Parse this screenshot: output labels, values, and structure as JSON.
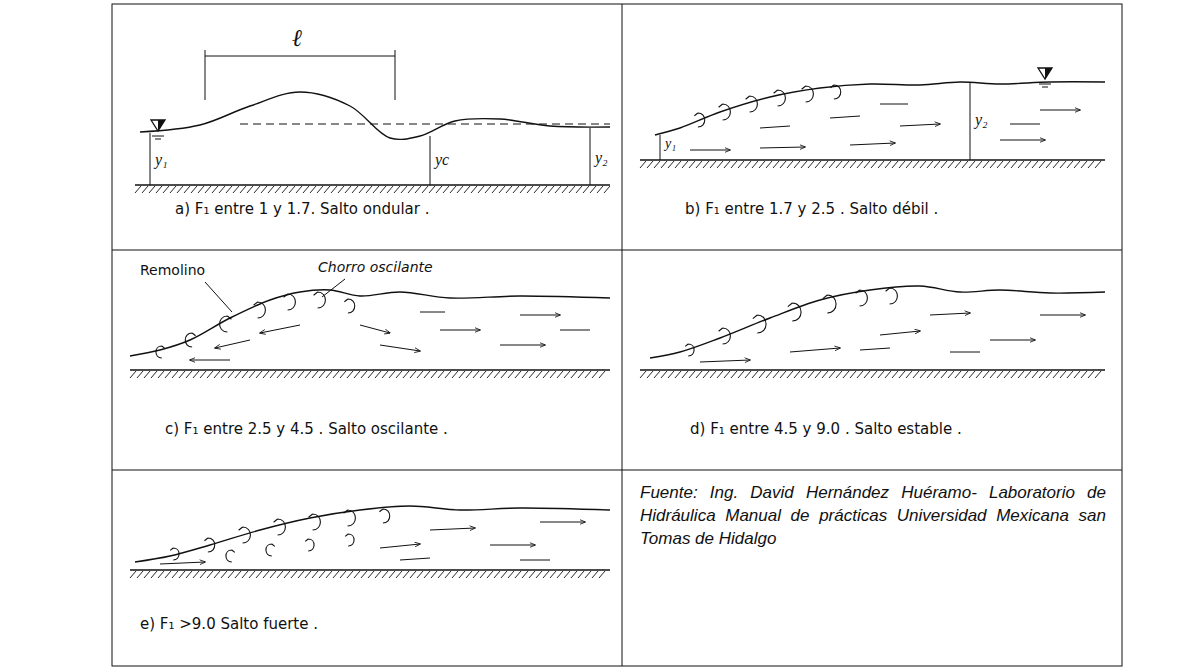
{
  "diagram": {
    "labels": [
      "ℓ",
      "y₁",
      "yc",
      "y₂",
      "a) F₁ entre 1 y 1.7. Salto ondular .",
      "y₁",
      "y₂",
      "b) F₁ entre 1.7 y 2.5 . Salto débil .",
      "Remolino",
      "Chorro oscilante",
      "c) F₁ entre 2.5 y 4.5 . Salto oscilante .",
      "d) F₁ entre 4.5 y 9.0 . Salto estable .",
      "e) F₁ >9.0 Salto fuerte .",
      "Fuente: Ing. David Hernández Huéramo- Laboratorio de Hidráulica Manual de prácticas Universidad Mexicana san Tomas de Hidalgo"
    ]
  }
}
